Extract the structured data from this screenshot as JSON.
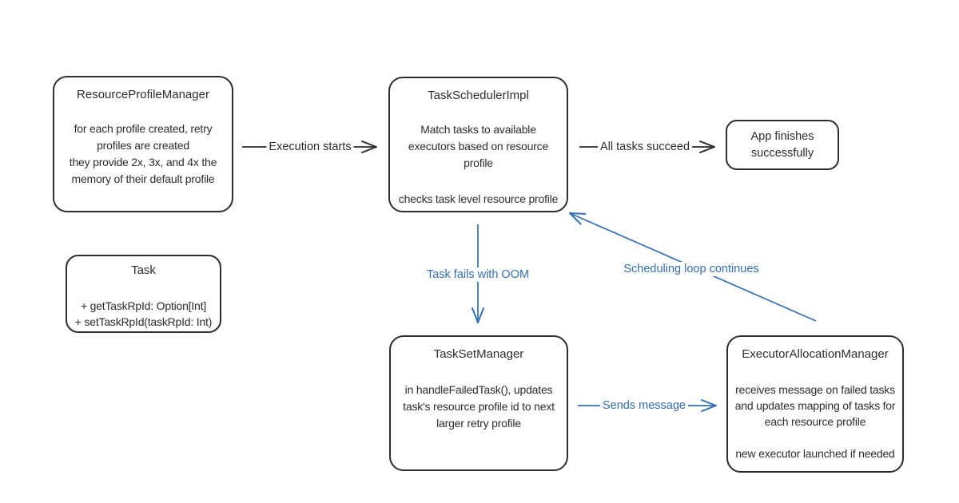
{
  "diagram": {
    "colors": {
      "line_dark": "#2d2d2d",
      "accent_blue": "#336fb4",
      "background": "#ffffff"
    },
    "nodes": {
      "resource_profile_manager": {
        "title": "ResourceProfileManager",
        "body": "for each profile created, retry\nprofiles are created\nthey provide 2x, 3x, and 4x the\nmemory of their default profile"
      },
      "task_scheduler_impl": {
        "title": "TaskSchedulerImpl",
        "body1": "Match tasks to available\nexecutors based on resource\nprofile",
        "body2": "checks task level resource profile"
      },
      "app_finishes": {
        "label": "App finishes\nsuccessfully"
      },
      "task": {
        "title": "Task",
        "body": "+ getTaskRpId: Option[Int]\n+ setTaskRpId(taskRpId: Int)"
      },
      "task_set_manager": {
        "title": "TaskSetManager",
        "body": "in handleFailedTask(), updates\ntask's resource profile id to next\nlarger retry profile"
      },
      "executor_allocation_manager": {
        "title": "ExecutorAllocationManager",
        "body1": "receives message on failed tasks\nand updates mapping of tasks for\neach resource profile",
        "body2": "new executor launched if needed"
      }
    },
    "edges": {
      "execution_starts": "Execution starts",
      "all_tasks_succeed": "All tasks succeed",
      "task_fails_oom": "Task fails with OOM",
      "scheduling_loop": "Scheduling loop continues",
      "sends_message": "Sends message"
    }
  }
}
